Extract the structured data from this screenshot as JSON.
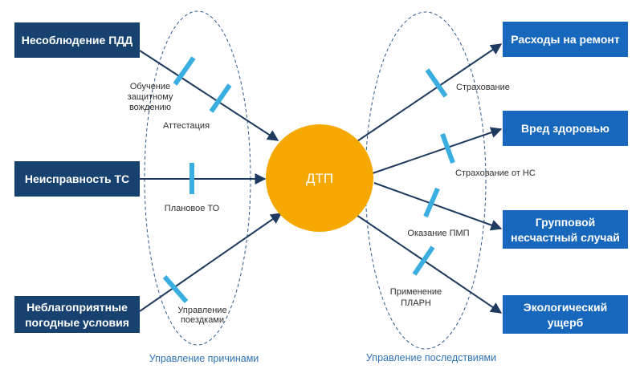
{
  "center": {
    "label": "ДТП",
    "color": "#f5a800"
  },
  "colors": {
    "cause_box": "#17426f",
    "consequence_box": "#1768bd",
    "arrow": "#1f3a5f",
    "barrier": "#3aaee0",
    "ellipse": "#2f5a8a"
  },
  "causes": [
    {
      "lines": [
        "Несоблюдение ПДД"
      ]
    },
    {
      "lines": [
        "Неисправность ТС"
      ]
    },
    {
      "lines": [
        "Неблагоприятные",
        "погодные условия"
      ]
    }
  ],
  "consequences": [
    {
      "lines": [
        "Расходы на ремонт"
      ]
    },
    {
      "lines": [
        "Вред здоровью"
      ]
    },
    {
      "lines": [
        "Групповой",
        "несчастный случай"
      ]
    },
    {
      "lines": [
        "Экологический",
        "ущерб"
      ]
    }
  ],
  "cause_barriers": [
    {
      "lines": [
        "Обучение",
        "защитному",
        "вождению"
      ]
    },
    {
      "lines": [
        "Аттестация"
      ]
    },
    {
      "lines": [
        "Плановое ТО"
      ]
    },
    {
      "lines": [
        "Управление",
        "поездками"
      ]
    }
  ],
  "consequence_barriers": [
    {
      "lines": [
        "Страхование"
      ]
    },
    {
      "lines": [
        "Страхование от НС"
      ]
    },
    {
      "lines": [
        "Оказание ПМП"
      ]
    },
    {
      "lines": [
        "Применение",
        "ПЛАРН"
      ]
    }
  ],
  "footer": {
    "left": "Управление причинами",
    "right": "Управление последствиями"
  }
}
